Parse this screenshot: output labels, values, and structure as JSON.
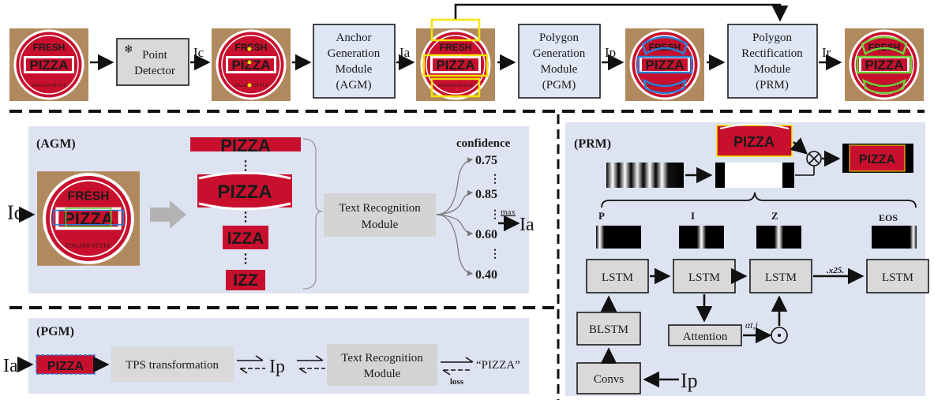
{
  "pipeline": {
    "point_detector": [
      "Point",
      "Detector"
    ],
    "agm": [
      "Anchor",
      "Generation",
      "Module",
      "(AGM)"
    ],
    "pgm": [
      "Polygon",
      "Generation",
      "Module",
      "(PGM)"
    ],
    "prm": [
      "Polygon",
      "Rectification",
      "Module",
      "(PRM)"
    ],
    "ic": "Ic",
    "ia": "Ia",
    "ip": "Ip",
    "ir": "Ir"
  },
  "logo": {
    "fresh": "FRESH",
    "pizza": "PIZZA",
    "italian": "ITALIAN STYLE"
  },
  "agm_panel": {
    "title": "(AGM)",
    "input": "Ic",
    "crops": [
      "PIZZA",
      "PIZZA",
      "IZZA",
      "IZZ"
    ],
    "module": [
      "Text Recognition",
      "Module"
    ],
    "confidence_label": "confidence",
    "confidences": [
      "0.75",
      "0.85",
      "0.60",
      "0.40"
    ],
    "max_label": "max",
    "output": "Ia"
  },
  "pgm_panel": {
    "title": "(PGM)",
    "input": "Ia",
    "crop": "PIZZA",
    "tps": "TPS transformation",
    "ip": "Ip",
    "module": [
      "Text Recognition",
      "Module"
    ],
    "loss": "loss",
    "result": "“PIZZA”"
  },
  "prm_panel": {
    "title": "(PRM)",
    "crop": "PIZZA",
    "step_chars": [
      "P",
      "I",
      "Z",
      "EOS"
    ],
    "lstm": "LSTM",
    "ellipsis": ".x25.",
    "blstm": "BLSTM",
    "convs": "Convs",
    "attention": "Attention",
    "alpha": "αt,i",
    "input": "Ip"
  },
  "colors": {
    "panel": "#dde3f1",
    "red": "#c8102e",
    "yellow": "#f5e400",
    "blue": "#2a7fd6",
    "green": "#6fd03a"
  }
}
